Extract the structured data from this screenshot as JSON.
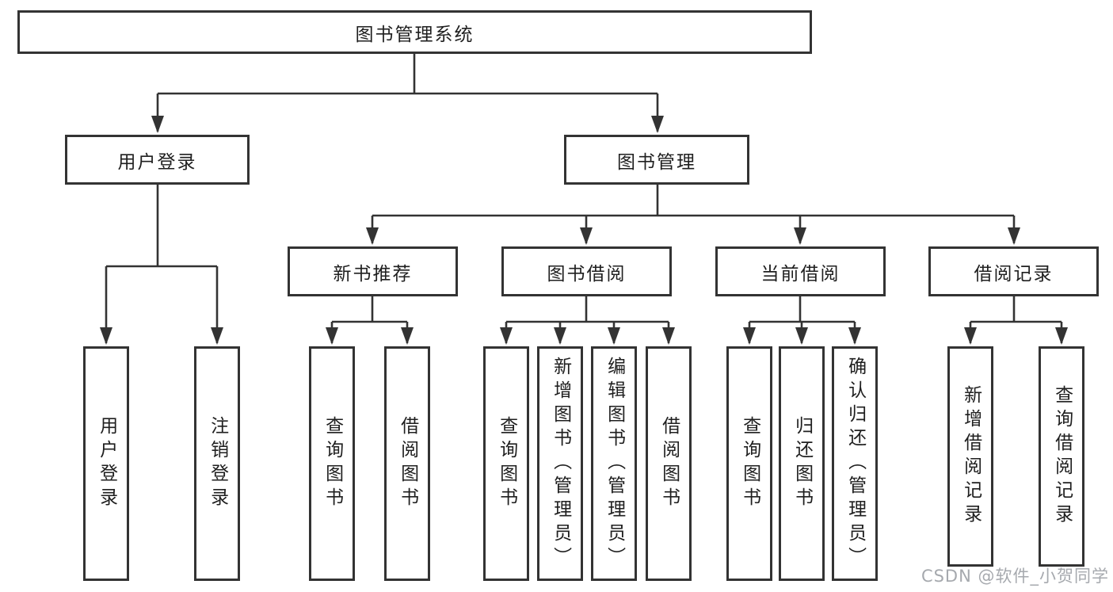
{
  "tree": {
    "root": "图书管理系统",
    "user_login": {
      "label": "用户登录",
      "children": {
        "login": "用户登录",
        "logout": "注销登录"
      }
    },
    "book_mgmt": {
      "label": "图书管理",
      "modules": {
        "new_books": {
          "label": "新书推荐",
          "children": {
            "query": "查询图书",
            "borrow": "借阅图书"
          }
        },
        "borrowing": {
          "label": "图书借阅",
          "children": {
            "query": "查询图书",
            "add": "新增图书（管理员）",
            "edit": "编辑图书（管理员）",
            "borrow": "借阅图书"
          }
        },
        "current": {
          "label": "当前借阅",
          "children": {
            "query": "查询图书",
            "return": "归还图书",
            "confirm": "确认归还（管理员）"
          }
        },
        "records": {
          "label": "借阅记录",
          "children": {
            "add": "新增借阅记录",
            "query": "查询借阅记录"
          }
        }
      }
    }
  },
  "watermark": {
    "text": "CSDN @软件_小贺同学"
  },
  "colors": {
    "line": "#333333",
    "box_fill": "#ffffff",
    "text": "#1f1f1f",
    "watermark_text": "#a6a9ae"
  }
}
